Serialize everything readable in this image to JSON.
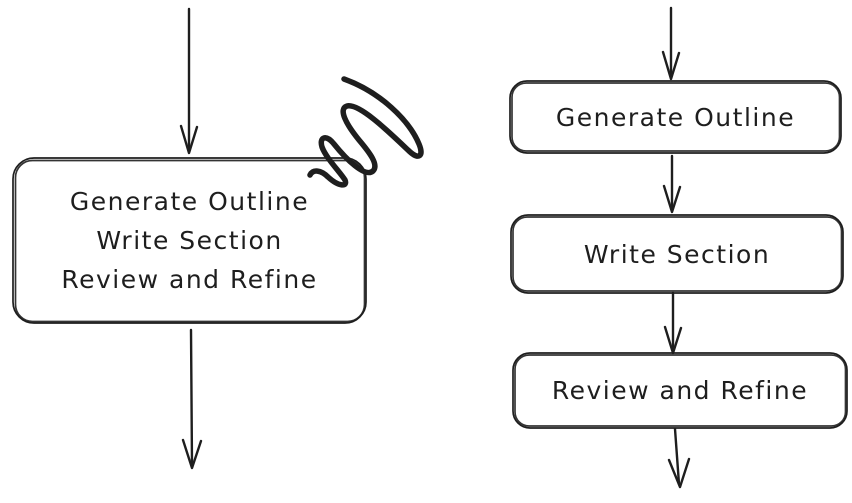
{
  "canvas": {
    "background": "#ffffff",
    "stroke_color": "#1e1e1e"
  },
  "left_flow": {
    "node": {
      "lines": [
        "Generate Outline",
        "Write Section",
        "Review and Refine"
      ]
    },
    "annotation": {
      "type": "scribble"
    }
  },
  "right_flow": {
    "nodes": [
      {
        "label": "Generate Outline"
      },
      {
        "label": "Write Section"
      },
      {
        "label": "Review and Refine"
      }
    ]
  }
}
